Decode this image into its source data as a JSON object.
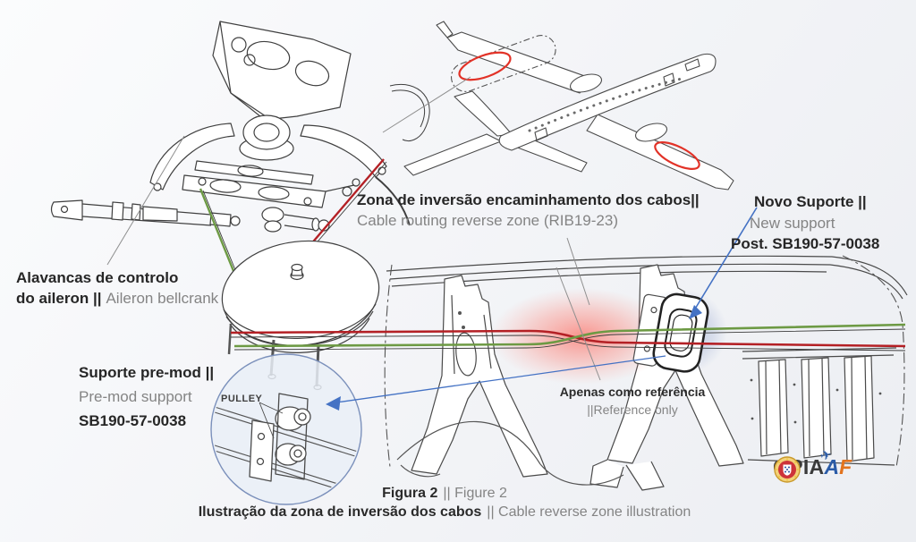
{
  "labels": {
    "reverse_zone": {
      "pt": "Zona de inversão encaminhamento dos cabos||",
      "en": "Cable routing reverse zone (RIB19-23)"
    },
    "new_support": {
      "pt": "Novo Suporte ||",
      "en": "New support",
      "part": "Post. SB190-57-0038"
    },
    "bellcrank": {
      "pt1": "Alavancas de controlo",
      "pt2": "do aileron ||",
      "en": "Aileron bellcrank"
    },
    "premod": {
      "pt": "Suporte pre-mod ||",
      "en": "Pre-mod support",
      "part": "SB190-57-0038"
    },
    "pulley": "PULLEY",
    "reference": {
      "pt": "Apenas como referência",
      "en": "||Reference only"
    }
  },
  "caption": {
    "fig_pt": "Figura 2",
    "fig_rest": "|| Figure 2",
    "title_pt": "Ilustração da zona de inversão dos cabos",
    "title_rest": "|| Cable reverse zone illustration"
  },
  "logo": {
    "gpia": "GPIA",
    "a": "A",
    "f": "F",
    "plane": "✈"
  },
  "colors": {
    "cable_red": "#b42025",
    "cable_green": "#6d9a44",
    "arrow_blue": "#4472c4",
    "highlight_red": "#ff5a4d",
    "highlight_blue": "#8fa3cc",
    "text_dark": "#262626",
    "text_gray": "#848484"
  }
}
